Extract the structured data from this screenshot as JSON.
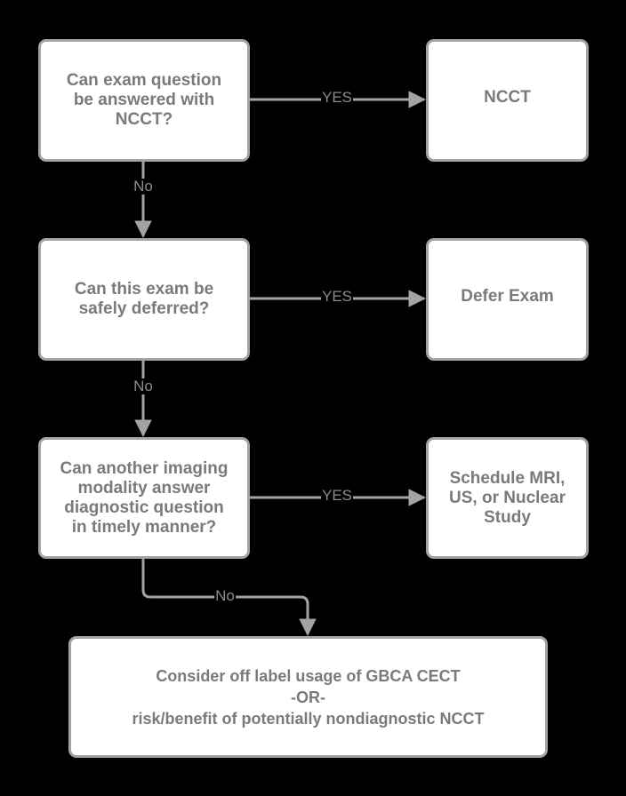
{
  "colors": {
    "background": "#000000",
    "node_fill": "#ffffff",
    "node_border": "#a3a3a3",
    "node_text": "#7a7a7a",
    "connector": "#a3a3a3",
    "edge_label": "#8c8c8c"
  },
  "nodes": {
    "q1": {
      "type": "decision",
      "text": "Can exam question\nbe answered with\nNCCT?"
    },
    "r1": {
      "type": "outcome",
      "text": "NCCT"
    },
    "q2": {
      "type": "decision",
      "text": "Can this exam be\nsafely deferred?"
    },
    "r2": {
      "type": "outcome",
      "text": "Defer Exam"
    },
    "q3": {
      "type": "decision",
      "text": "Can another imaging\nmodality answer\ndiagnostic question\nin timely manner?"
    },
    "r3": {
      "type": "outcome",
      "text": "Schedule MRI,\nUS, or Nuclear\nStudy"
    },
    "final": {
      "type": "outcome",
      "text": "Consider off label usage of GBCA CECT\n-OR-\nrisk/benefit of potentially nondiagnostic NCCT"
    }
  },
  "edges": [
    {
      "from": "q1",
      "to": "r1",
      "label": "YES"
    },
    {
      "from": "q1",
      "to": "q2",
      "label": "No"
    },
    {
      "from": "q2",
      "to": "r2",
      "label": "YES"
    },
    {
      "from": "q2",
      "to": "q3",
      "label": "No"
    },
    {
      "from": "q3",
      "to": "r3",
      "label": "YES"
    },
    {
      "from": "q3",
      "to": "final",
      "label": "No"
    }
  ]
}
